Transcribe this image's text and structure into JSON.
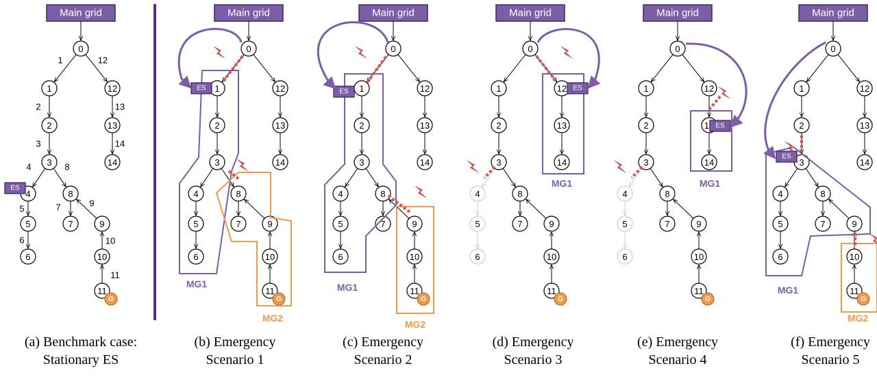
{
  "header_label": "Main grid",
  "es_label": "ES",
  "generator_label": "G",
  "colors": {
    "purple": "#7b5ea7",
    "purple_dark": "#5b3f82",
    "orange": "#f29a4a",
    "red": "#d9534f",
    "divider": "#5a2a8a",
    "faded": "#cfcfcf"
  },
  "panels": [
    {
      "id": "a",
      "caption_line1": "(a) Benchmark case:",
      "caption_line2": "Stationary ES",
      "edge_labels": [
        "1",
        "2",
        "3",
        "4",
        "5",
        "6",
        "7",
        "8",
        "9",
        "10",
        "11",
        "12",
        "13",
        "14"
      ]
    },
    {
      "id": "b",
      "caption_line1": "(b) Emergency",
      "caption_line2": "Scenario 1",
      "microgrids": [
        {
          "name": "MG1"
        },
        {
          "name": "MG2"
        }
      ]
    },
    {
      "id": "c",
      "caption_line1": "(c) Emergency",
      "caption_line2": "Scenario 2",
      "microgrids": [
        {
          "name": "MG1"
        },
        {
          "name": "MG2"
        }
      ]
    },
    {
      "id": "d",
      "caption_line1": "(d) Emergency",
      "caption_line2": "Scenario 3",
      "microgrids": [
        {
          "name": "MG1"
        }
      ]
    },
    {
      "id": "e",
      "caption_line1": "(e) Emergency",
      "caption_line2": "Scenario 4",
      "microgrids": [
        {
          "name": "MG1"
        }
      ]
    },
    {
      "id": "f",
      "caption_line1": "(f) Emergency",
      "caption_line2": "Scenario 5",
      "microgrids": [
        {
          "name": "MG1"
        },
        {
          "name": "MG2"
        }
      ]
    }
  ],
  "node_ids": [
    "0",
    "1",
    "2",
    "3",
    "4",
    "5",
    "6",
    "7",
    "8",
    "9",
    "10",
    "11",
    "12",
    "13",
    "14"
  ]
}
